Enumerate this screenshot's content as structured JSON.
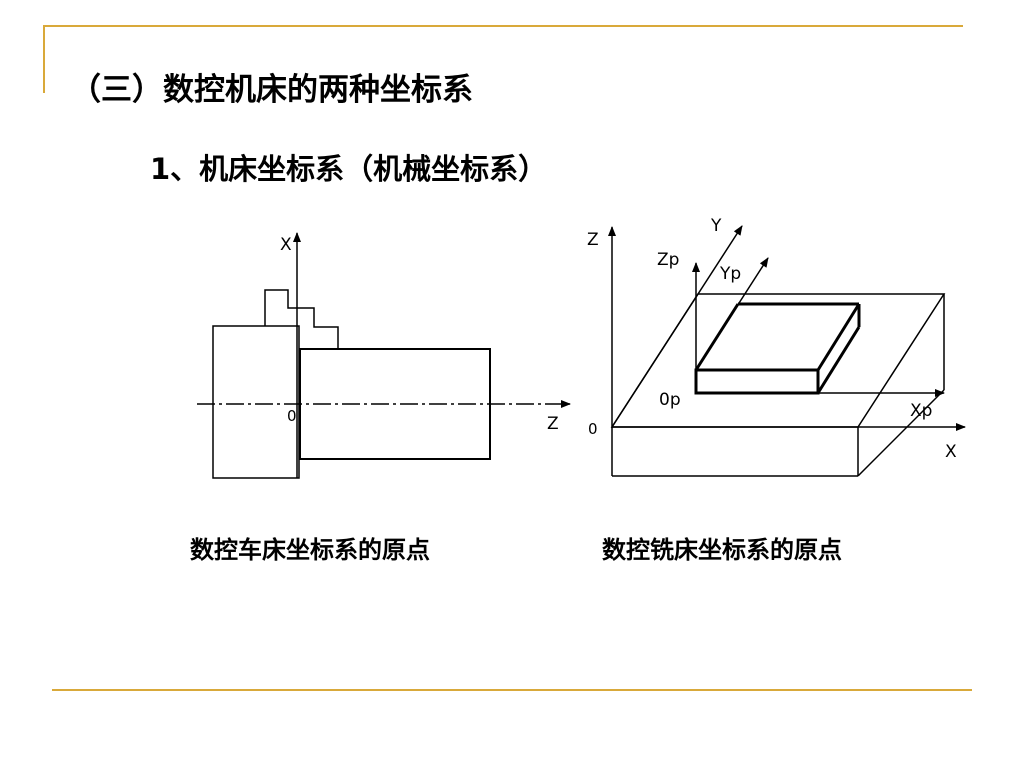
{
  "slide": {
    "title": "（三）数控机床的两种坐标系",
    "subtitle": "1、机床坐标系（机械坐标系）"
  },
  "lathe_diagram": {
    "caption": "数控车床坐标系的原点",
    "axis_x_label": "X",
    "axis_z_label": "Z",
    "origin_label": "0"
  },
  "mill_diagram": {
    "caption": "数控铣床坐标系的原点",
    "axis_z_label": "Z",
    "axis_y_label": "Y",
    "axis_x_label": "X",
    "origin_label": "0",
    "zp_label": "Zp",
    "yp_label": "Yp",
    "xp_label": "Xp",
    "op_label": "0p"
  },
  "colors": {
    "frame": "#d9a93a",
    "line": "#000000",
    "background": "#ffffff"
  }
}
